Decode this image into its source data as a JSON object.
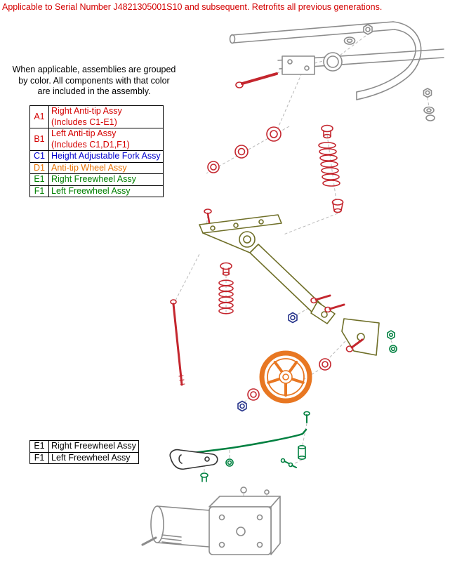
{
  "header": {
    "notice": "Applicable to Serial Number J4821305001S10 and subsequent. Retrofits all previous generations.",
    "color": "#d40000"
  },
  "note": {
    "line1": "When applicable, assemblies are grouped",
    "line2": "by color. All components with that color",
    "line3": "are included in the assembly."
  },
  "legend": {
    "rows": [
      {
        "code": "A1",
        "label": "Right Anti-tip Assy",
        "label2": "(Includes C1-E1)",
        "color": "#d40000"
      },
      {
        "code": "B1",
        "label": "Left Anti-tip Assy",
        "label2": "(Includes C1,D1,F1)",
        "color": "#d40000"
      },
      {
        "code": "C1",
        "label": "Height Adjustable Fork Assy",
        "color": "#0000cc"
      },
      {
        "code": "D1",
        "label": "Anti-tip Wheel Assy",
        "color": "#e87100"
      },
      {
        "code": "E1",
        "label": "Right Freewheel Assy",
        "color": "#008000"
      },
      {
        "code": "F1",
        "label": "Left Freewheel Assy",
        "color": "#008000"
      }
    ]
  },
  "legend2": {
    "rows": [
      {
        "code": "E1",
        "label": "Right Freewheel Assy"
      },
      {
        "code": "F1",
        "label": "Left Freewheel Assy"
      }
    ]
  },
  "diagram": {
    "assembly_colors": {
      "anti_tip_assy": "#c4262e",
      "height_adjustable_fork_assy": "#6f6f28",
      "anti_tip_wheel_assy": "#e87722",
      "freewheel_assy": "#008040",
      "hardware_nuts": "#27348b",
      "frame_and_motor": "#8c8c8c"
    },
    "parts": [
      "frame",
      "hex-nut",
      "flat-washer",
      "hex-bolt",
      "bearing-washers",
      "spring-plug",
      "suspension-spring",
      "spring-cup",
      "fork-assembly-arm",
      "wheel-fork-bracket",
      "flat-screw",
      "spring-cap",
      "axle-rod",
      "lock-nut",
      "shoulder-bolts",
      "fork-bolt",
      "anti-tip-wheel",
      "freewheel-rod",
      "freewheel-lever-plate",
      "freewheel-screw",
      "freewheel-spacer",
      "freewheel-washer",
      "freewheel-cap",
      "motor-assembly"
    ]
  }
}
